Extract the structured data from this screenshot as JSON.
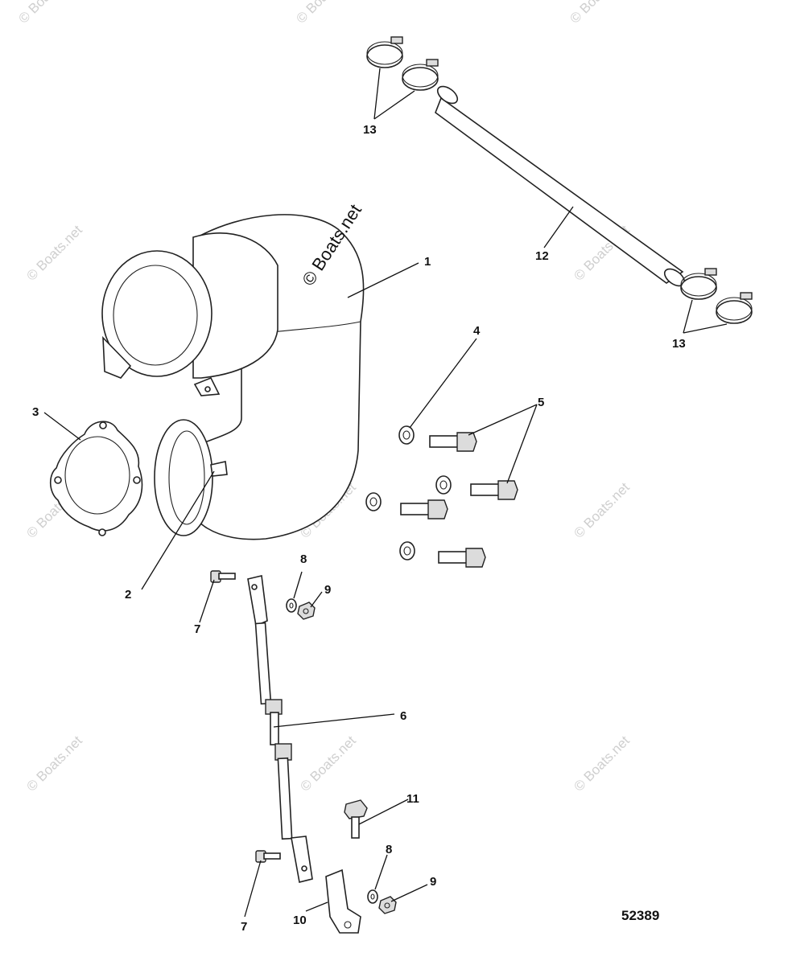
{
  "watermark": {
    "text": "© Boats.net"
  },
  "drawing_number": "52389",
  "callouts": {
    "c1": "1",
    "c2": "2",
    "c3": "3",
    "c4": "4",
    "c5": "5",
    "c6": "6",
    "c7a": "7",
    "c7b": "7",
    "c8a": "8",
    "c8b": "8",
    "c9a": "9",
    "c9b": "9",
    "c10": "10",
    "c11": "11",
    "c12": "12",
    "c13a": "13",
    "c13b": "13"
  }
}
